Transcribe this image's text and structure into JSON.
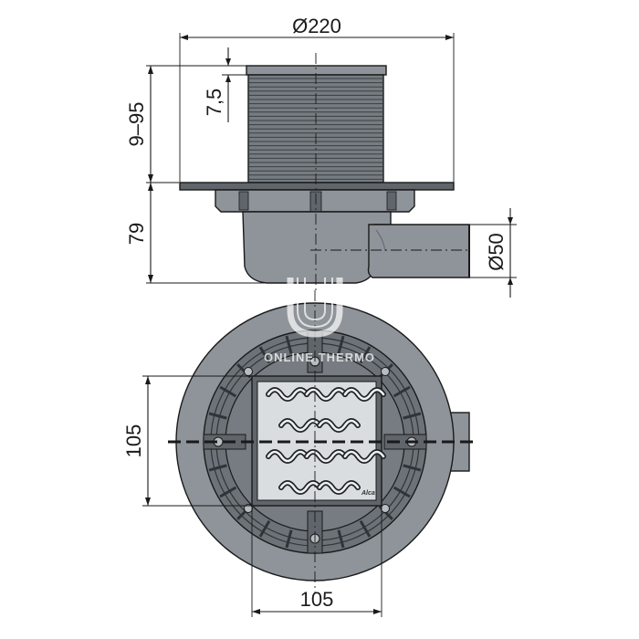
{
  "dimensions": {
    "flange_diameter": "Ø220",
    "height_adjust": "9–95",
    "grate_offset": "7,5",
    "body_height": "79",
    "outlet_diameter": "Ø50",
    "grate_height": "105",
    "grate_width": "105"
  },
  "watermark": {
    "text": "ONLINE THERMO"
  },
  "brand": {
    "mark": "Alca"
  },
  "colors": {
    "body_gray": "#8e9499",
    "body_dark": "#5f656a",
    "body_mid": "#767c81",
    "grate_steel": "#d9dde0",
    "line": "#1a1a1a"
  }
}
